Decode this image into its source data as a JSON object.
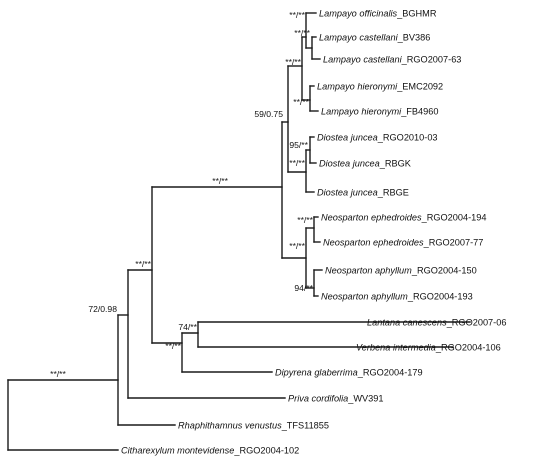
{
  "taxa": [
    {
      "italic": "Lampayo officinalis",
      "code": "_BGHMR"
    },
    {
      "italic": "Lampayo castellani",
      "code": "_BV386"
    },
    {
      "italic": "Lampayo castellani",
      "code": "_RGO2007-63"
    },
    {
      "italic": "Lampayo hieronymi",
      "code": "_EMC2092"
    },
    {
      "italic": "Lampayo hieronymi",
      "code": "_FB4960"
    },
    {
      "italic": "Diostea juncea",
      "code": "_RGO2010-03"
    },
    {
      "italic": "Diostea juncea",
      "code": "_RBGK"
    },
    {
      "italic": "Diostea juncea",
      "code": "_RBGE"
    },
    {
      "italic": "Neosparton ephedroides",
      "code": "_RGO2004-194"
    },
    {
      "italic": "Neosparton ephedroides",
      "code": "_RGO2007-77"
    },
    {
      "italic": "Neosparton aphyllum",
      "code": "_RGO2004-150"
    },
    {
      "italic": "Neosparton aphyllum",
      "code": "_RGO2004-193"
    },
    {
      "italic": "Lantana canescens",
      "code": "_RGO2007-06"
    },
    {
      "italic": "Verbena intermedia",
      "code": "_RGO2004-106"
    },
    {
      "italic": "Dipyrena glaberrima",
      "code": "_RGO2004-179"
    },
    {
      "italic": "Priva cordifolia",
      "code": "_WV391"
    },
    {
      "italic": "Rhaphithamnus venustus",
      "code": "_TFS11855"
    },
    {
      "italic": "Citharexylum montevidense",
      "code": "_RGO2004-102"
    }
  ],
  "support": {
    "lampayo_officinalis_castellani": "**/**",
    "lampayo_castellani": "**/**",
    "lampayo": "**/**",
    "lampayo_hieronymi": "**/**",
    "lampayo_diostea": "59/0.75",
    "diostea_pair": "95/**",
    "diostea": "**/**",
    "neosparton_ephedroides": "**/**",
    "neosparton": "**/**",
    "neosparton_aphyllum": "94/**",
    "core_clade": "**/**",
    "lantana_verbena": "74/**",
    "lantana_verbena_dipyrena": "**/**",
    "crown": "**/**",
    "priva_rhaphithamnus": "72/0.98",
    "root": "**/**"
  }
}
